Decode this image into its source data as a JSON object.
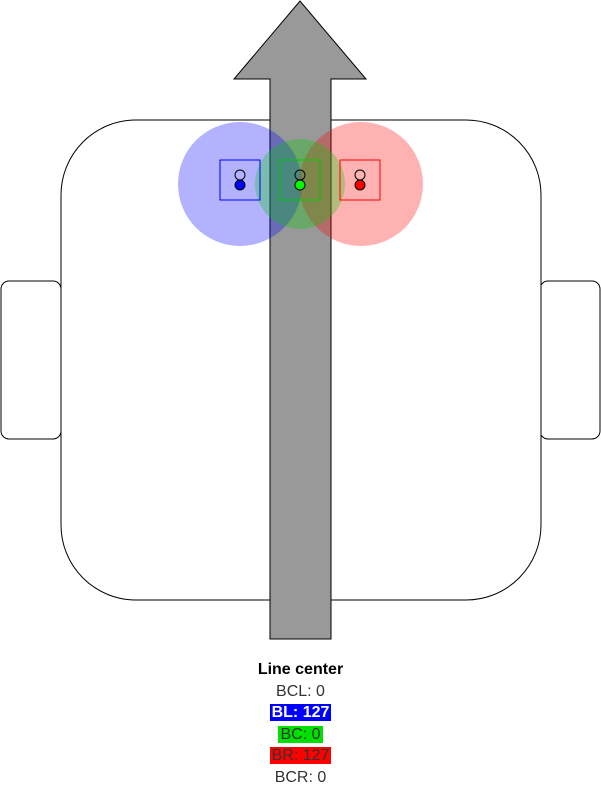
{
  "caption": {
    "title": "Line center",
    "bcl": "BCL: 0",
    "bl": "BL: 127",
    "bc": "BC: 0",
    "br": "BR: 127",
    "bcr": "BCR: 0"
  },
  "colors": {
    "left_sensor": "#0000ff",
    "center_sensor": "#00cc00",
    "right_sensor": "#ff0000",
    "line": "#999999"
  }
}
